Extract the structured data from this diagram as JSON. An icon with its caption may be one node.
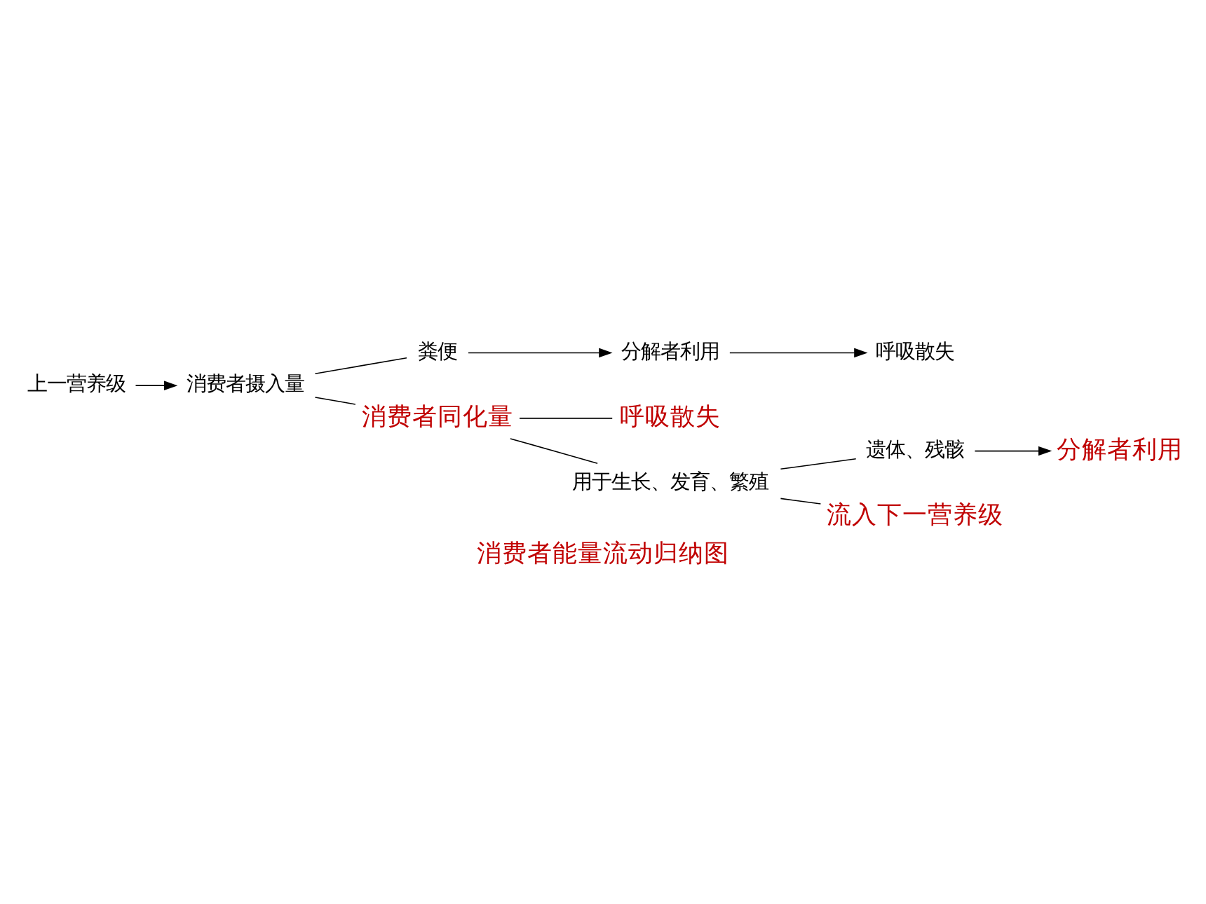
{
  "diagram": {
    "caption": "消费者能量流动归纳图",
    "nodes": [
      {
        "text": [
          "上一营养级"
        ]
      },
      {
        "text": [
          "消费者摄入量"
        ]
      },
      {
        "text": [
          "粪便"
        ]
      },
      {
        "text": [
          "分解者利用"
        ]
      },
      {
        "text": [
          "呼吸散失"
        ]
      },
      {
        "text": [
          "消费者同化量"
        ]
      },
      {
        "text": [
          "呼吸散失"
        ]
      },
      {
        "text": [
          "用于生长、发育、繁殖"
        ]
      },
      {
        "text": [
          "遗体、残骸"
        ]
      },
      {
        "text": [
          "分解者利用"
        ]
      },
      {
        "text": [
          "流入下一营养级"
        ]
      }
    ],
    "edges": [
      {
        "from": 0,
        "to": 1,
        "arrow": "to"
      },
      {
        "from": 1,
        "to": 2,
        "arrow": "none"
      },
      {
        "from": 1,
        "to": 5,
        "arrow": "none"
      },
      {
        "from": 2,
        "to": 3,
        "arrow": "to"
      },
      {
        "from": 3,
        "to": 4,
        "arrow": "to"
      },
      {
        "from": 5,
        "to": 6,
        "arrow": "none"
      },
      {
        "from": 5,
        "to": 7,
        "arrow": "none"
      },
      {
        "from": 7,
        "to": 8,
        "arrow": "none"
      },
      {
        "from": 7,
        "to": 10,
        "arrow": "none"
      },
      {
        "from": 8,
        "to": 9,
        "arrow": "to"
      }
    ]
  }
}
